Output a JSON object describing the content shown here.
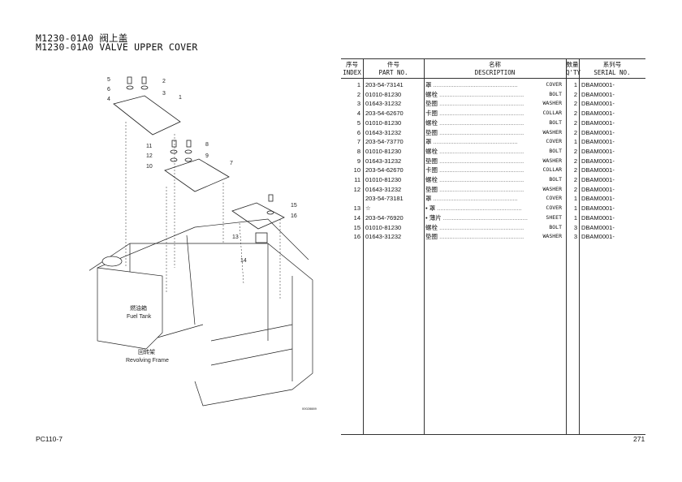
{
  "title": {
    "cn": "M1230-01A0 阀上盖",
    "en": "M1230-01A0 VALVE UPPER COVER"
  },
  "table": {
    "headers": [
      {
        "cn": "序号",
        "en": "INDEX"
      },
      {
        "cn": "件号",
        "en": "PART NO."
      },
      {
        "cn": "名称",
        "en": "DESCRIPTION"
      },
      {
        "cn": "数量",
        "en": "Q'TY"
      },
      {
        "cn": "系列号",
        "en": "SERIAL NO."
      }
    ],
    "rows": [
      {
        "index": "1",
        "part": "203-54-73141",
        "cn": "罩",
        "en": "COVER",
        "qty": "1",
        "serial": "DBAM0001-"
      },
      {
        "index": "2",
        "part": "01010-81230",
        "cn": "螺栓",
        "en": "BOLT",
        "qty": "2",
        "serial": "DBAM0001-"
      },
      {
        "index": "3",
        "part": "01643-31232",
        "cn": "垫圈",
        "en": "WASHER",
        "qty": "2",
        "serial": "DBAM0001-"
      },
      {
        "index": "4",
        "part": "203-54-62670",
        "cn": "卡圈",
        "en": "COLLAR",
        "qty": "2",
        "serial": "DBAM0001-"
      },
      {
        "index": "5",
        "part": "01010-81230",
        "cn": "螺栓",
        "en": "BOLT",
        "qty": "2",
        "serial": "DBAM0001-"
      },
      {
        "index": "6",
        "part": "01643-31232",
        "cn": "垫圈",
        "en": "WASHER",
        "qty": "2",
        "serial": "DBAM0001-"
      },
      {
        "index": "7",
        "part": "203-54-73770",
        "cn": "罩",
        "en": "COVER",
        "qty": "1",
        "serial": "DBAM0001-"
      },
      {
        "index": "8",
        "part": "01010-81230",
        "cn": "螺栓",
        "en": "BOLT",
        "qty": "2",
        "serial": "DBAM0001-"
      },
      {
        "index": "9",
        "part": "01643-31232",
        "cn": "垫圈",
        "en": "WASHER",
        "qty": "2",
        "serial": "DBAM0001-"
      },
      {
        "index": "10",
        "part": "203-54-62670",
        "cn": "卡圈",
        "en": "COLLAR",
        "qty": "2",
        "serial": "DBAM0001-"
      },
      {
        "index": "11",
        "part": "01010-81230",
        "cn": "螺栓",
        "en": "BOLT",
        "qty": "2",
        "serial": "DBAM0001-"
      },
      {
        "index": "12",
        "part": "01643-31232",
        "cn": "垫圈",
        "en": "WASHER",
        "qty": "2",
        "serial": "DBAM0001-"
      },
      {
        "index": "",
        "part": "203-54-73181",
        "cn": "罩",
        "en": "COVER",
        "qty": "1",
        "serial": "DBAM0001-"
      },
      {
        "index": "13",
        "part": "☆",
        "cn": "• 罩",
        "en": "COVER",
        "qty": "1",
        "serial": "DBAM0001-"
      },
      {
        "index": "14",
        "part": "203-54-76920",
        "cn": "• 薄片",
        "en": "SHEET",
        "qty": "1",
        "serial": "DBAM0001-"
      },
      {
        "index": "15",
        "part": "01010-81230",
        "cn": "螺栓",
        "en": "BOLT",
        "qty": "3",
        "serial": "DBAM0001-"
      },
      {
        "index": "16",
        "part": "01643-31232",
        "cn": "垫圈",
        "en": "WASHER",
        "qty": "3",
        "serial": "DBAM0001-"
      }
    ]
  },
  "drawing": {
    "callouts": [
      "1",
      "2",
      "3",
      "4",
      "5",
      "6",
      "7",
      "8",
      "9",
      "10",
      "11",
      "12",
      "13",
      "14",
      "15",
      "16"
    ],
    "fuel_tank_cn": "燃油箱",
    "fuel_tank_en": "Fuel Tank",
    "frame_cn": "回转架",
    "frame_en": "Revolving Frame",
    "drawing_no": "00028889"
  },
  "footer": {
    "model": "PC110-7",
    "page": "271"
  }
}
